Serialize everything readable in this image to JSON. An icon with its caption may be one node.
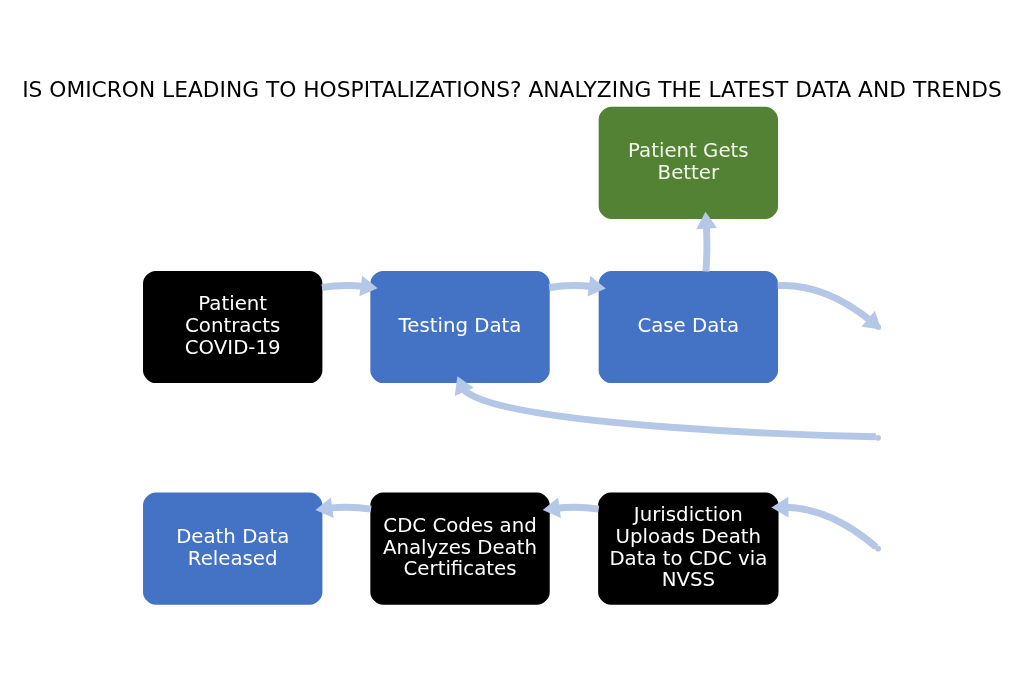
{
  "diagram": {
    "title": "IS OMICRON LEADING TO HOSPITALIZATIONS? ANALYZING THE LATEST DATA AND TRENDS",
    "nodes": [
      {
        "text": [
          "Patient Contracts COVID-19"
        ]
      },
      {
        "text": [
          "Testing Data"
        ]
      },
      {
        "text": [
          "Case Data"
        ]
      },
      {
        "text": [
          "Patient Gets Better"
        ]
      },
      {
        "text": [
          "Death Data Released"
        ]
      },
      {
        "text": [
          "CDC Codes and Analyzes Death Certificates"
        ]
      },
      {
        "text": [
          "Jurisdiction Uploads Death Data to CDC via NVSS"
        ]
      }
    ],
    "edges": [
      {
        "from": 0,
        "to": 1,
        "arrow": "to"
      },
      {
        "from": 1,
        "to": 2,
        "arrow": "to"
      },
      {
        "from": 2,
        "to": 3,
        "arrow": "to"
      },
      {
        "from": 2,
        "to": null,
        "arrow": "to"
      },
      {
        "from": null,
        "to": 1,
        "arrow": "to"
      },
      {
        "from": null,
        "to": 6,
        "arrow": "to"
      },
      {
        "from": 6,
        "to": 5,
        "arrow": "to"
      },
      {
        "from": 5,
        "to": 4,
        "arrow": "to"
      }
    ]
  }
}
